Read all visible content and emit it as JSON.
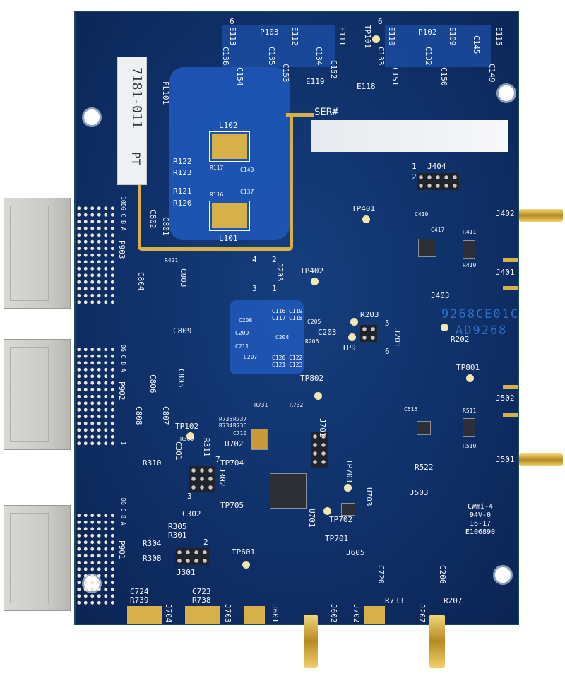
{
  "board": {
    "serial_label": "SER#",
    "part_label": "7181-011",
    "part_suffix": "PT",
    "chip_marking": [
      "9268CE01C",
      "AD9268"
    ],
    "cert_marking": [
      "CWmi-4",
      "94V-0",
      "16-17",
      "E106890"
    ],
    "colors": {
      "soldermask": "#0f3068",
      "copper_plane": "#1f56b8",
      "gold": "#d8b04a",
      "silkscreen": "#f4f6fa"
    }
  },
  "refs": {
    "P103": "P103",
    "P102": "P102",
    "TP101": "TP101",
    "E113": "E113",
    "E112": "E112",
    "E111": "E111",
    "E110": "E110",
    "E109": "E109",
    "E115": "E115",
    "C136": "C136",
    "C135": "C135",
    "C134": "C134",
    "C133": "C133",
    "C132": "C132",
    "C145": "C145",
    "C154": "C154",
    "C153": "C153",
    "C152": "C152",
    "C151": "C151",
    "C150": "C150",
    "C149": "C149",
    "E119": "E119",
    "E118": "E118",
    "FL101": "FL101",
    "L102": "L102",
    "L101": "L101",
    "R122": "R122",
    "R123": "R123",
    "R121": "R121",
    "R120": "R120",
    "R117": "R117",
    "R116": "R116",
    "C140": "C140",
    "C137": "C137",
    "C802": "C802",
    "C801": "C801",
    "P903": "P903",
    "P902": "P902",
    "P901": "P901",
    "J404": "J404",
    "J402": "J402",
    "J401": "J401",
    "TP401": "TP401",
    "TP402": "TP402",
    "J205": "J205",
    "J403": "J403",
    "R203": "R203",
    "J201": "J201",
    "C203": "C203",
    "TP9": "TP9",
    "R202": "R202",
    "TP801": "TP801",
    "TP802": "TP802",
    "J502": "J502",
    "J501": "J501",
    "J503": "J503",
    "R522": "R522",
    "R511": "R511",
    "R510": "R510",
    "R411": "R411",
    "R410": "R410",
    "C809": "C809",
    "C805": "C805",
    "C806": "C806",
    "C807": "C807",
    "C808": "C808",
    "C803": "C803",
    "C804": "C804",
    "R421": "R421",
    "TP102": "TP102",
    "R309": "R309",
    "R311": "R311",
    "R310": "R310",
    "C301": "C301",
    "J302": "J302",
    "TP704": "TP704",
    "TP705": "TP705",
    "U702": "U702",
    "J701": "J701",
    "TP703": "TP703",
    "U703": "U703",
    "U701": "U701",
    "TP702": "TP702",
    "TP701": "TP701",
    "J605": "J605",
    "R305": "R305",
    "R301": "R301",
    "R304": "R304",
    "R308": "R308",
    "C302": "C302",
    "J301": "J301",
    "TP601": "TP601",
    "C724": "C724",
    "R739": "R739",
    "J704": "J704",
    "C723": "C723",
    "R738": "R738",
    "J703": "J703",
    "J601": "J601",
    "J602": "J602",
    "J702": "J702",
    "C720": "C720",
    "R733": "R733",
    "J207": "J207",
    "C206": "C206",
    "R207": "R207",
    "R731": "R731",
    "R732": "R732",
    "R735": "R735",
    "R737": "R737",
    "R734": "R734",
    "R736": "R736",
    "C710": "C710",
    "C419": "C419",
    "C417": "C417",
    "C515": "C515",
    "C205": "C205",
    "C204": "C204",
    "C207": "C207",
    "C208": "C208",
    "C209": "C209",
    "C211": "C211",
    "C116": "C116 C119",
    "C117": "C117 C118",
    "C120": "C120 C122",
    "C121": "C121 C123",
    "R206": "R206"
  },
  "connector_rows": {
    "row_letters": "DG C B A",
    "top_num": "10",
    "bottom_num": "1"
  },
  "pin_numbers": {
    "n1": "1",
    "n2": "2",
    "n3": "3",
    "n4": "4",
    "n5": "5",
    "n6": "6",
    "n7": "7"
  }
}
